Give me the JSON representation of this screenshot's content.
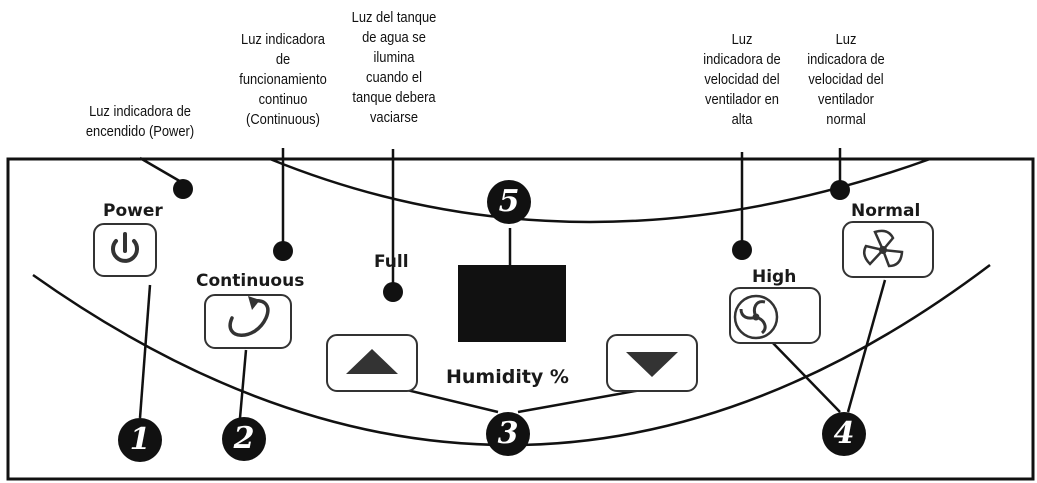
{
  "callouts": {
    "power": [
      "Luz indicadora de",
      "encendido (Power)"
    ],
    "continuous": [
      "Luz indicadora",
      "de",
      "funcionamiento",
      "continuo",
      "(Continuous)"
    ],
    "full": [
      "Luz del tanque",
      "de agua se",
      "ilumina",
      "cuando el",
      "tanque debera",
      "vaciarse"
    ],
    "high": [
      "Luz",
      "indicadora de",
      "velocidad del",
      "ventilador en",
      "alta"
    ],
    "normal": [
      "Luz",
      "indicadora de",
      "velocidad del",
      "ventilador",
      "normal"
    ]
  },
  "panel": {
    "power_label": "Power",
    "continuous_label": "Continuous",
    "full_label": "Full",
    "humidity_label": "Humidity %",
    "high_label": "High",
    "normal_label": "Normal"
  },
  "markers": [
    "1",
    "2",
    "3",
    "4",
    "5"
  ],
  "icons": {
    "power": "power-icon",
    "continuous": "continuous-cycle-icon",
    "up": "triangle-up-icon",
    "down": "triangle-down-icon",
    "fan_high": "fan-high-icon",
    "fan_normal": "fan-normal-icon"
  }
}
